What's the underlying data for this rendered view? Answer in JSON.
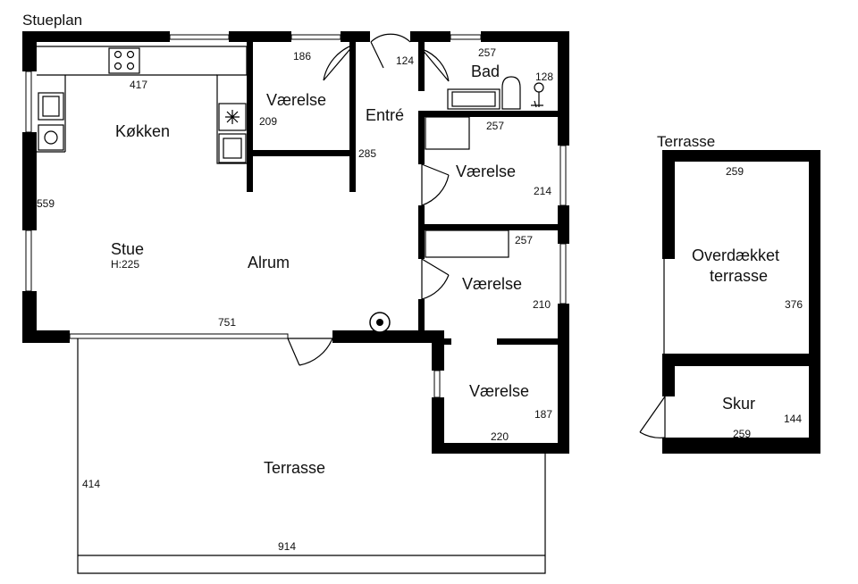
{
  "sections": {
    "main": "Stueplan",
    "annex": "Terrasse"
  },
  "rooms": {
    "kitchen": "Køkken",
    "living": "Stue",
    "living_height": "H:225",
    "alrum": "Alrum",
    "room_a": "Værelse",
    "entre": "Entré",
    "bad": "Bad",
    "room_b": "Værelse",
    "room_c": "Værelse",
    "room_d": "Værelse",
    "terrace": "Terrasse",
    "covered_terrace_1": "Overdækket",
    "covered_terrace_2": "terrasse",
    "shed": "Skur"
  },
  "dimensions": {
    "kitchen_width": "417",
    "left_depth": "559",
    "room_a_width": "186",
    "room_a_depth": "209",
    "entre_width": "124",
    "entre_depth": "285",
    "bad_width": "257",
    "bad_depth": "128",
    "room_b_width": "257",
    "room_b_depth": "214",
    "room_c_width": "257",
    "room_c_depth": "210",
    "living_width": "751",
    "room_d_depth": "187",
    "room_d_width": "220",
    "terrace_depth": "414",
    "terrace_width": "914",
    "covered_width": "259",
    "covered_depth": "376",
    "shed_width": "259",
    "shed_depth": "144"
  }
}
